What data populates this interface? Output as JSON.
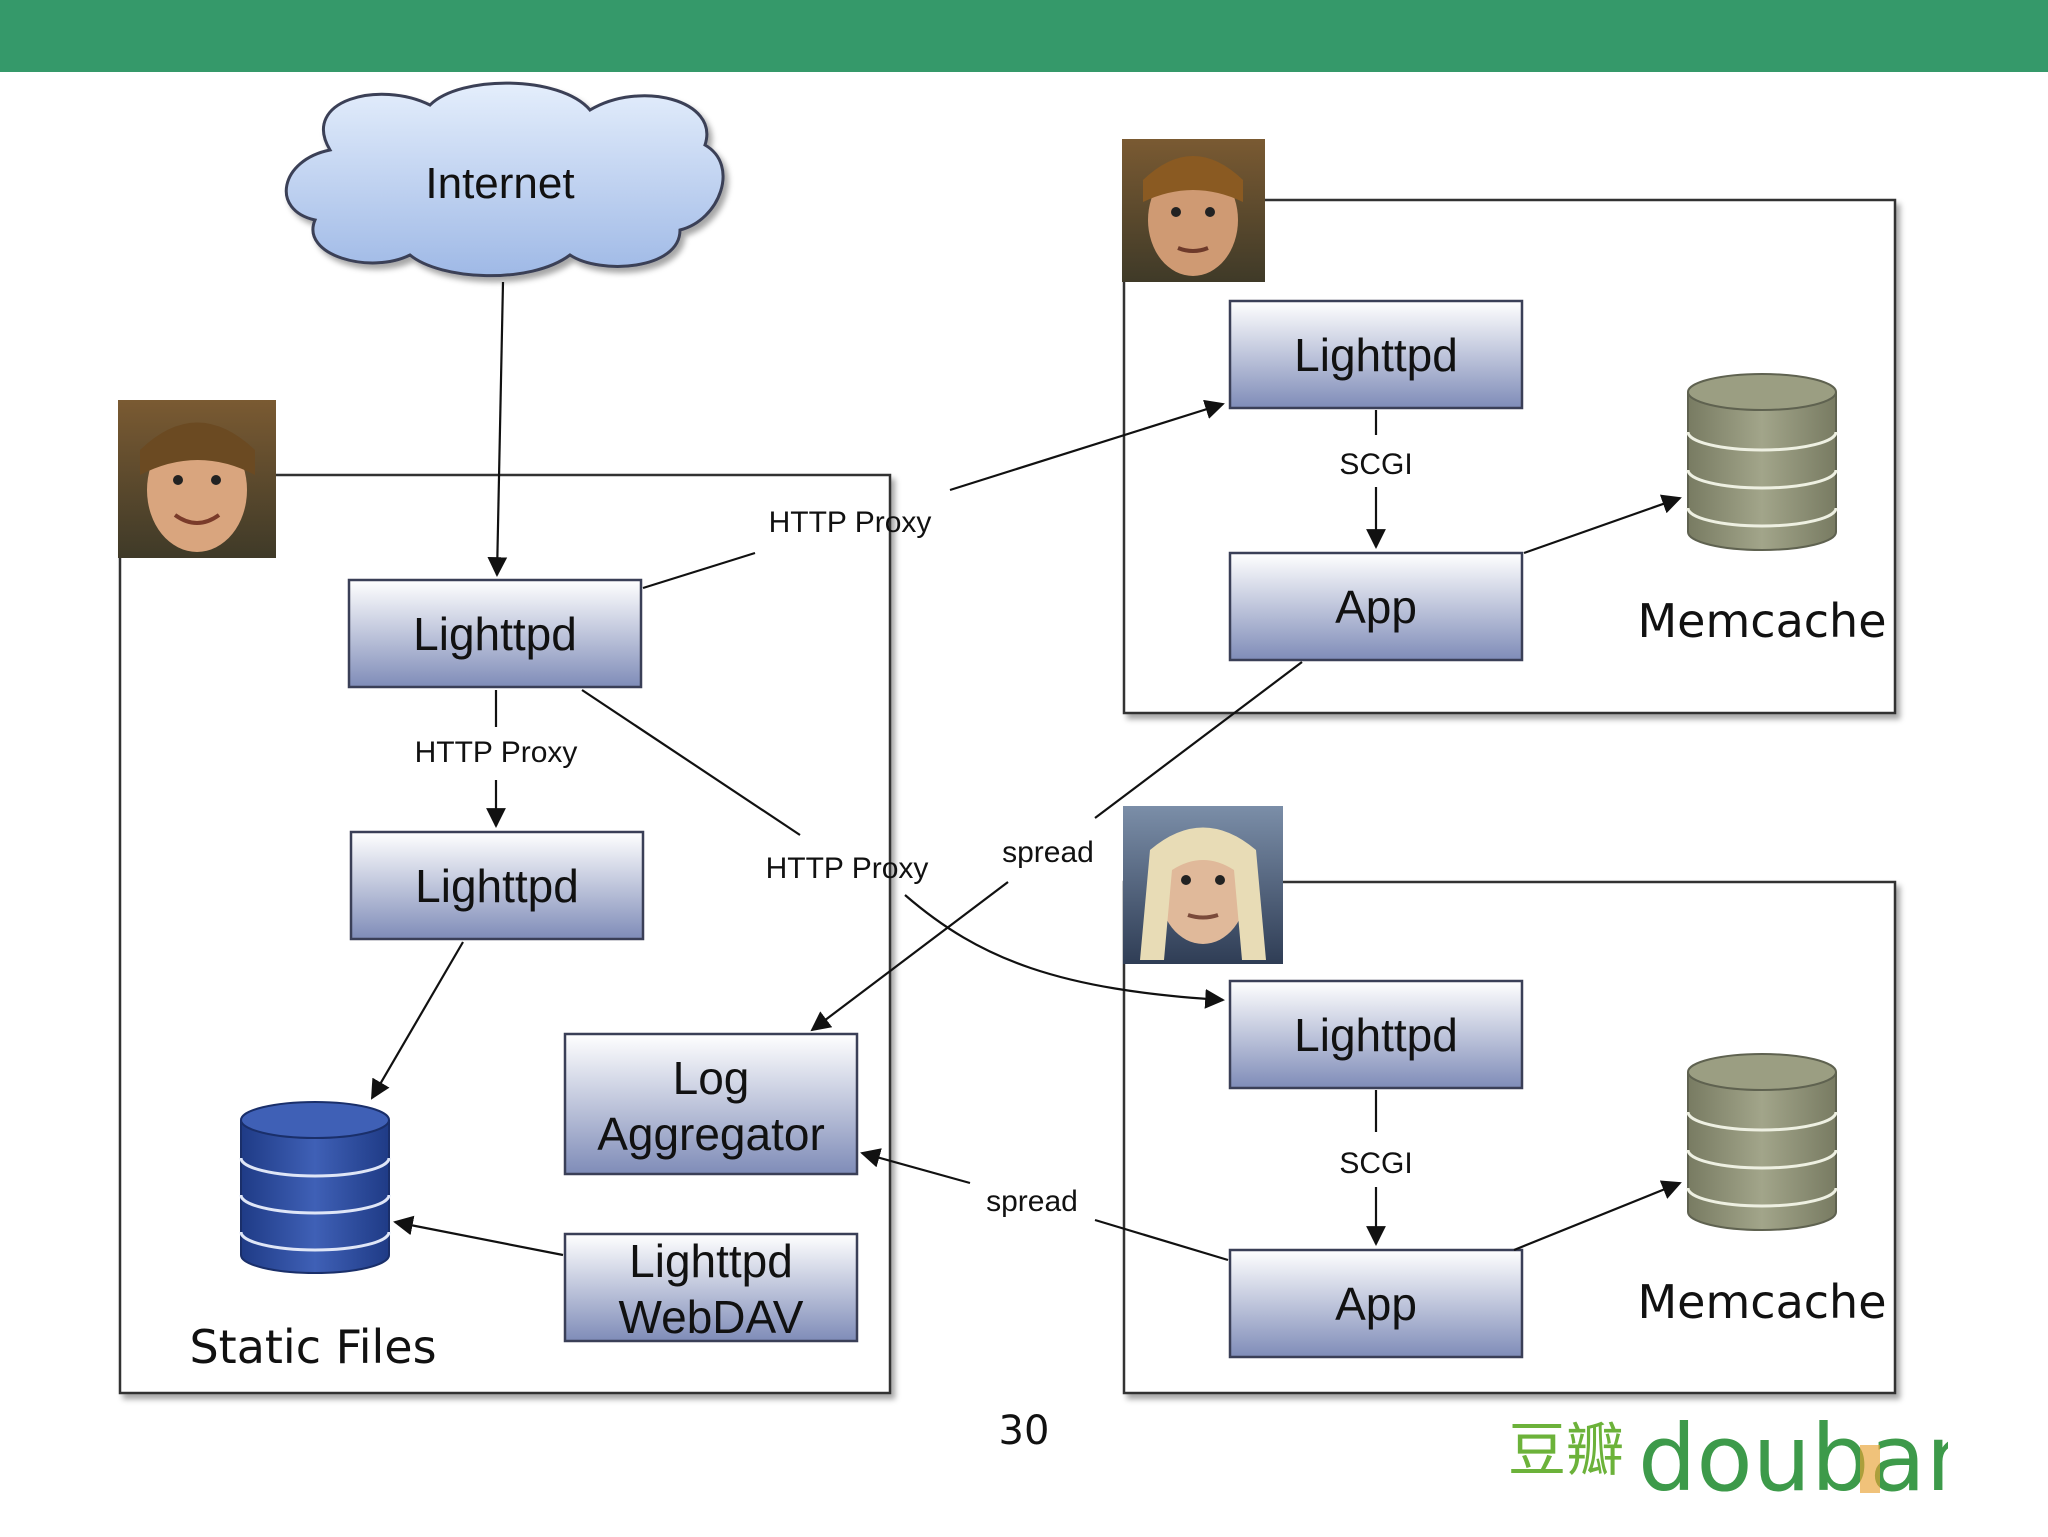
{
  "colors": {
    "header_bar": "#35996a",
    "box_top": "#ffffff",
    "box_bottom": "#7f8cb8",
    "box_border": "#3a3f57",
    "static_db": "#2c4a9a",
    "memcache_db": "#8a8d72",
    "cloud": "#b7cdf0",
    "logo_cn": "#6cb23a",
    "logo_en": "#3d9a4a",
    "logo_accent": "#e8a233"
  },
  "internet": {
    "label": "Internet"
  },
  "left_server": {
    "lighttpd_front": "Lighttpd",
    "lighttpd_static": "Lighttpd",
    "log_aggregator": [
      "Log",
      "Aggregator"
    ],
    "lighttpd_webdav": [
      "Lighttpd",
      "WebDAV"
    ],
    "static_files": "Static Files",
    "proxy_label": "HTTP Proxy"
  },
  "app_server_top": {
    "lighttpd": "Lighttpd",
    "scgi": "SCGI",
    "app": "App",
    "memcache": "Memcache"
  },
  "app_server_bottom": {
    "lighttpd": "Lighttpd",
    "scgi": "SCGI",
    "app": "App",
    "memcache": "Memcache"
  },
  "edges": {
    "proxy_to_top": "HTTP Proxy",
    "proxy_to_bottom": "HTTP Proxy",
    "spread_top": "spread",
    "spread_bottom": "spread"
  },
  "avatars": [
    "face-photo-icon",
    "face-photo-icon",
    "face-photo-icon"
  ],
  "page_number": "30",
  "logo": {
    "cn": "豆瓣",
    "en": "douban"
  }
}
